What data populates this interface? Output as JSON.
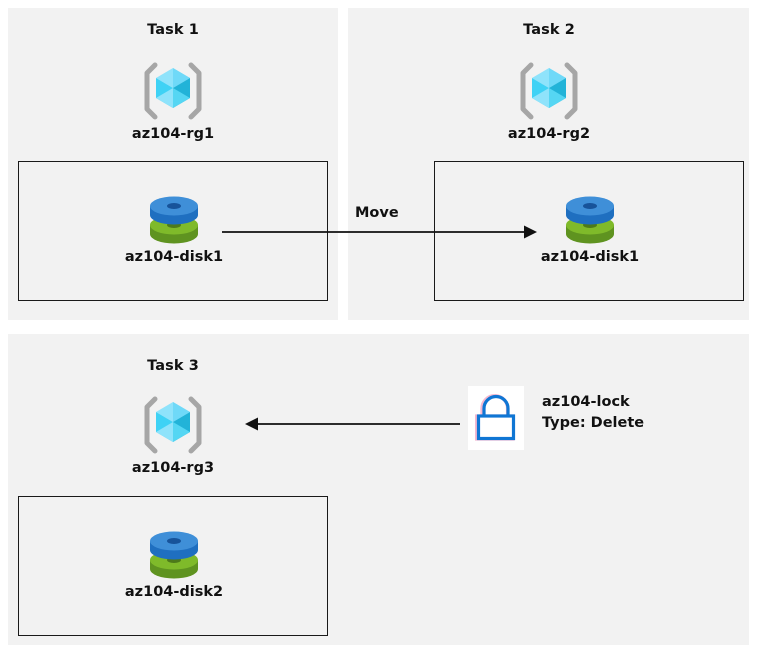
{
  "diagram": {
    "title": "Azure resource group tasks diagram",
    "background": "#ffffff",
    "panel_background": "#f2f2f2"
  },
  "colors": {
    "panel_bg": "#f2f2f2",
    "page_bg": "#ffffff",
    "box_border": "#1a1a1a",
    "text": "#111111",
    "arrow": "#111111",
    "rg_bracket": "#a6a6a6",
    "rg_cube_light": "#8fe3fb",
    "rg_cube_mid": "#32cdf2",
    "rg_cube_dark": "#22b3d8",
    "rg_cube_pale": "#baeefc",
    "disk_blue_top": "#3f8fd8",
    "disk_blue_side": "#1f6fc0",
    "disk_blue_hole": "#17539a",
    "disk_green_top": "#7fba2a",
    "disk_green_side": "#5f9320",
    "disk_green_hole": "#4d7a1a",
    "lock_blue": "#0f76d4",
    "lock_bg": "#ffffff"
  },
  "tasks": [
    {
      "id": "task1",
      "title": "Task 1",
      "resource_group": {
        "label": "az104-rg1",
        "icon": "azure-resource-group-icon"
      },
      "resources": [
        {
          "label": "az104-disk1",
          "icon": "azure-managed-disk-icon"
        }
      ]
    },
    {
      "id": "task2",
      "title": "Task 2",
      "resource_group": {
        "label": "az104-rg2",
        "icon": "azure-resource-group-icon"
      },
      "resources": [
        {
          "label": "az104-disk1",
          "icon": "azure-managed-disk-icon"
        }
      ]
    },
    {
      "id": "task3",
      "title": "Task 3",
      "resource_group": {
        "label": "az104-rg3",
        "icon": "azure-resource-group-icon"
      },
      "resources": [
        {
          "label": "az104-disk2",
          "icon": "azure-managed-disk-icon"
        }
      ]
    }
  ],
  "connectors": [
    {
      "id": "move-arrow",
      "label": "Move",
      "direction": "right",
      "from": "az104-disk1 in az104-rg1",
      "to": "az104-disk1 in az104-rg2"
    },
    {
      "id": "lock-arrow",
      "label": "",
      "direction": "left",
      "from": "az104-lock",
      "to": "az104-rg3"
    }
  ],
  "lock": {
    "icon": "lock-icon",
    "name": "az104-lock",
    "type_line": "Type: Delete"
  }
}
